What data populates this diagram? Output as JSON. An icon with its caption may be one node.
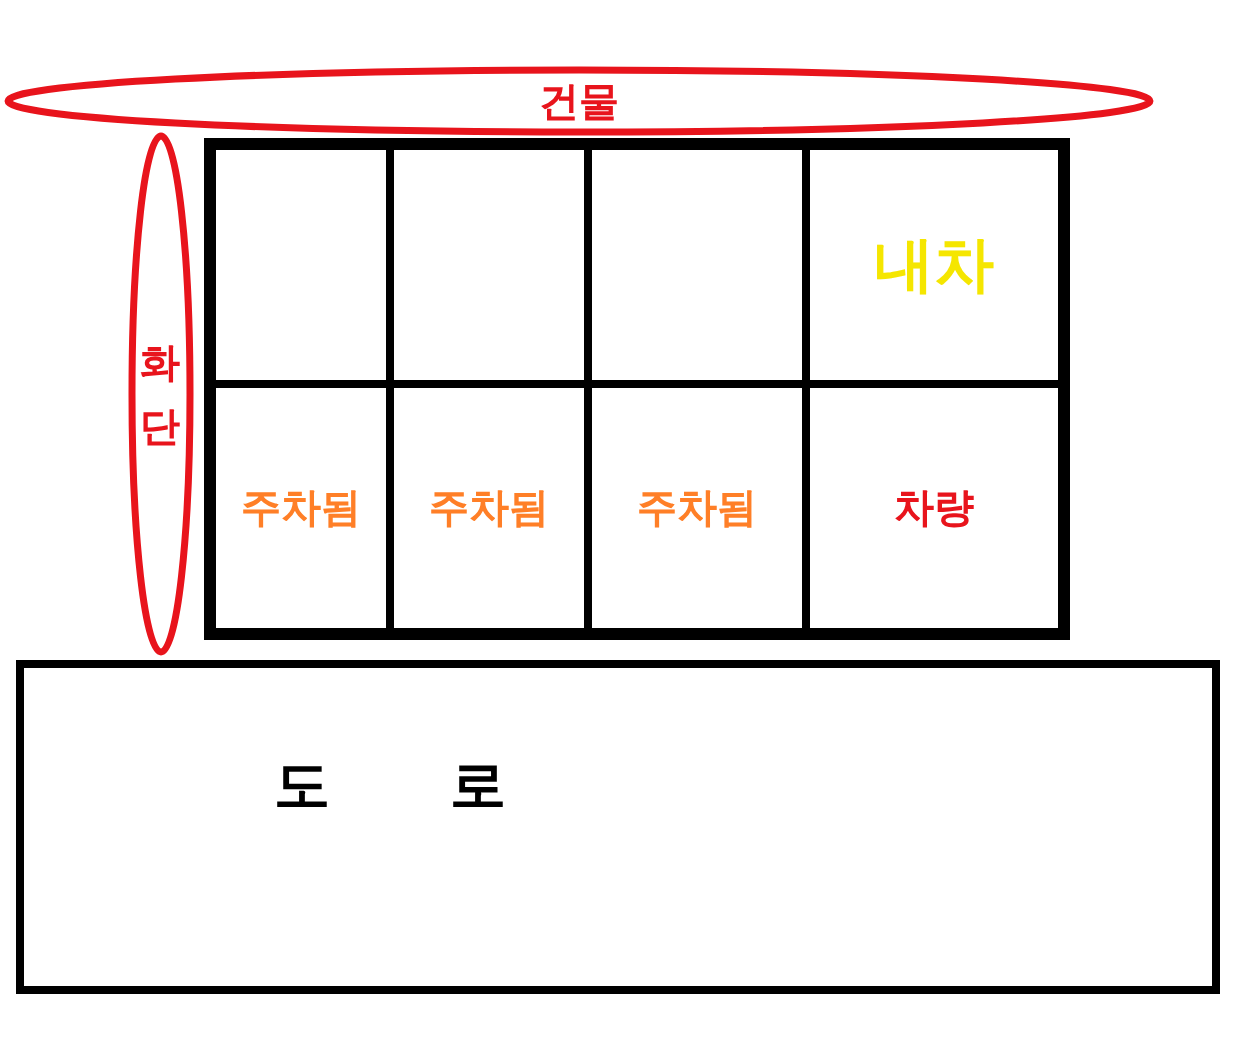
{
  "diagram": {
    "nodes": [
      {
        "text": [
          "건물"
        ]
      },
      {
        "text": [
          "화단"
        ]
      },
      {
        "text": [],
        "shape": "box"
      },
      {
        "text": [],
        "shape": "box",
        "in": 2
      },
      {
        "text": [],
        "shape": "box",
        "in": 2
      },
      {
        "text": [],
        "shape": "box",
        "in": 2
      },
      {
        "text": [
          "내차"
        ],
        "in": 2
      },
      {
        "text": [
          "주차됨"
        ],
        "in": 2
      },
      {
        "text": [
          "주차됨"
        ],
        "in": 2
      },
      {
        "text": [
          "주차됨"
        ],
        "in": 2
      },
      {
        "text": [
          "차량"
        ],
        "in": 2
      },
      {
        "text": [
          "도 로"
        ]
      }
    ]
  }
}
